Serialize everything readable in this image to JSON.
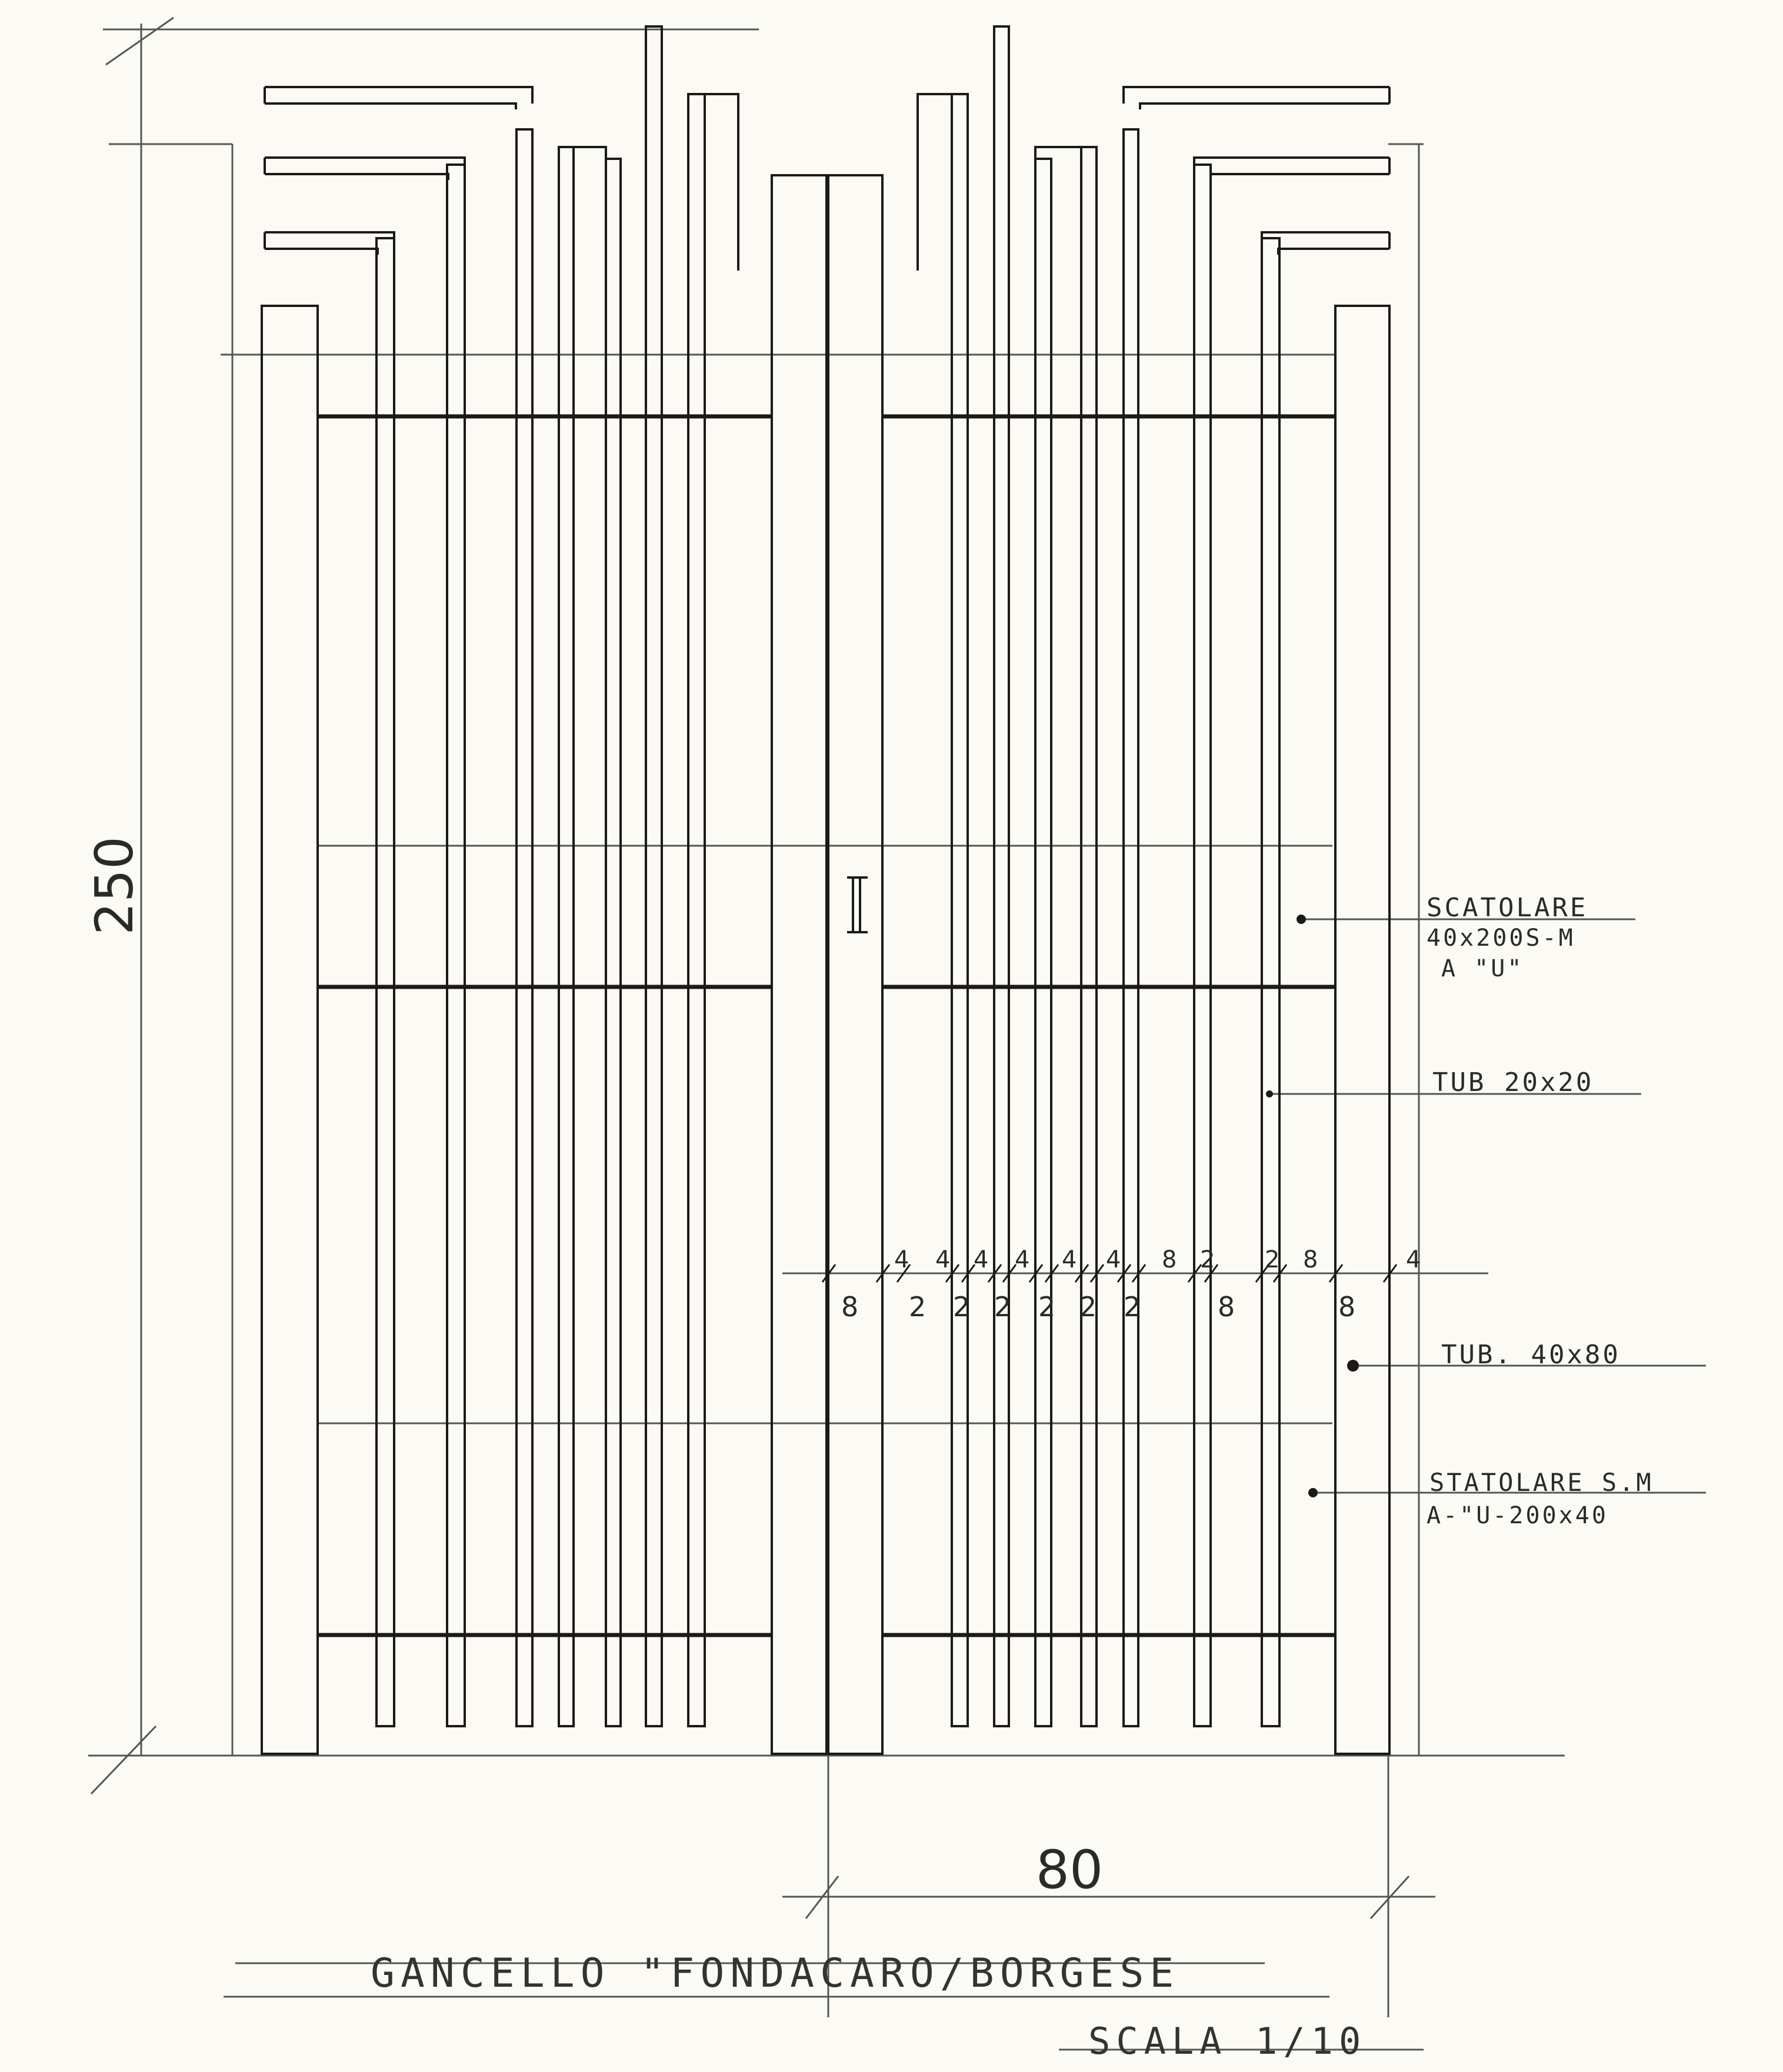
{
  "drawing": {
    "title": "GANCELLO \"FONDACARO/BORGESE",
    "scale": "SCALA 1/10",
    "overall_height_label": "250",
    "leaf_width_label": "80",
    "callouts": [
      {
        "id": "scatolare-40x200",
        "lines": [
          "SCATOLARE",
          "40x200S-M",
          "A \"U\""
        ]
      },
      {
        "id": "tub-20x20",
        "lines": [
          "TUB 20x20"
        ]
      },
      {
        "id": "tub-40x80",
        "lines": [
          "TUB. 40x80"
        ]
      },
      {
        "id": "statolare-200x40",
        "lines": [
          "STATOLARE S.M",
          "A-\"U-200x40"
        ]
      }
    ],
    "spacing_top_labels": [
      "4",
      "4",
      "4",
      "4",
      "4",
      "4",
      "8",
      "2",
      "2",
      "8",
      "4"
    ],
    "spacing_bottom_labels": [
      "8",
      "2",
      "2",
      "2",
      "2",
      "2",
      "2",
      "8",
      "8"
    ]
  },
  "colors": {
    "paper": "#fbfaf4",
    "ink": "#1c1a17",
    "pencil": "#4a4a4a"
  }
}
